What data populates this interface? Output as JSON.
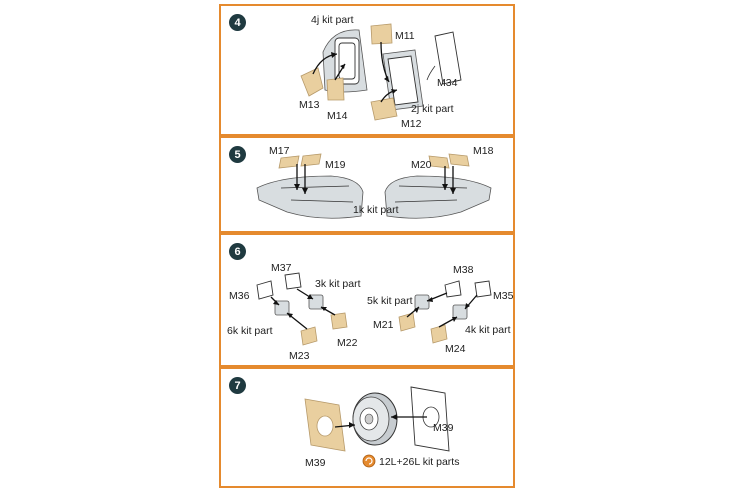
{
  "steps": [
    {
      "number": "4",
      "labels": {
        "kit_part_top": "4j kit part",
        "m11": "M11",
        "m34": "M34",
        "m13": "M13",
        "m14": "M14",
        "kit_part_bottom": "2j kit part",
        "m12": "M12"
      }
    },
    {
      "number": "5",
      "labels": {
        "m17": "M17",
        "m19": "M19",
        "m20": "M20",
        "m18": "M18",
        "kit_part": "1k kit part"
      }
    },
    {
      "number": "6",
      "labels": {
        "m37": "M37",
        "m38": "M38",
        "kit_3k": "3k kit part",
        "m36": "M36",
        "kit_5k": "5k kit part",
        "m35": "M35",
        "kit_6k": "6k kit part",
        "m21": "M21",
        "kit_4k": "4k kit part",
        "m22": "M22",
        "m23": "M23",
        "m24": "M24"
      }
    },
    {
      "number": "7",
      "labels": {
        "m39_right": "M39",
        "m39_left": "M39",
        "kit_parts": "12L+26L kit parts"
      }
    }
  ],
  "colors": {
    "border": "#e58a2e",
    "badge": "#1f3a40",
    "mask": "#e9cf9f",
    "glue_icon": "#e58a2e"
  }
}
